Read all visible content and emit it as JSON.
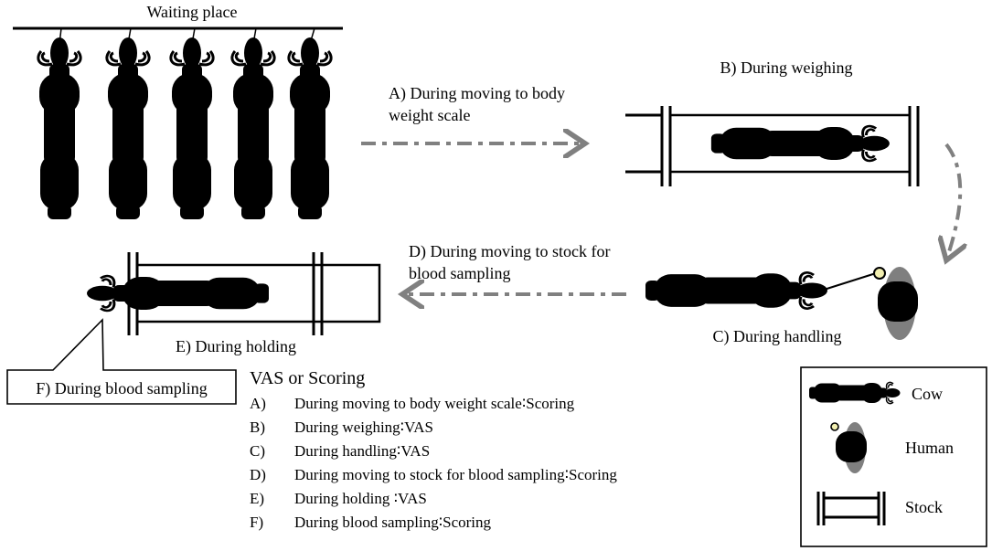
{
  "title": "Waiting place",
  "steps": {
    "a": [
      "A) During moving to body",
      "weight scale"
    ],
    "b": "B) During weighing",
    "c": "C) During handling",
    "d": [
      "D) During moving to stock for",
      "blood sampling"
    ],
    "e": "E) During holding",
    "f": "F) During blood sampling"
  },
  "vas_section": {
    "title": "VAS or Scoring",
    "items": [
      {
        "letter": "A)",
        "text": "During moving to body weight scale∶Scoring"
      },
      {
        "letter": "B)",
        "text": "During weighing∶VAS"
      },
      {
        "letter": "C)",
        "text": "During handling∶VAS"
      },
      {
        "letter": "D)",
        "text": "During moving to stock for blood sampling∶Scoring"
      },
      {
        "letter": "E)",
        "text": "During holding ∶VAS"
      },
      {
        "letter": "F)",
        "text": "During blood sampling∶Scoring"
      }
    ]
  },
  "legend": {
    "cow": "Cow",
    "human": "Human",
    "stock": "Stock"
  },
  "colors": {
    "silhouette": "#000000",
    "arrow": "#808080",
    "human_body": "#7f7f7f",
    "human_head": "#f2efb0"
  }
}
